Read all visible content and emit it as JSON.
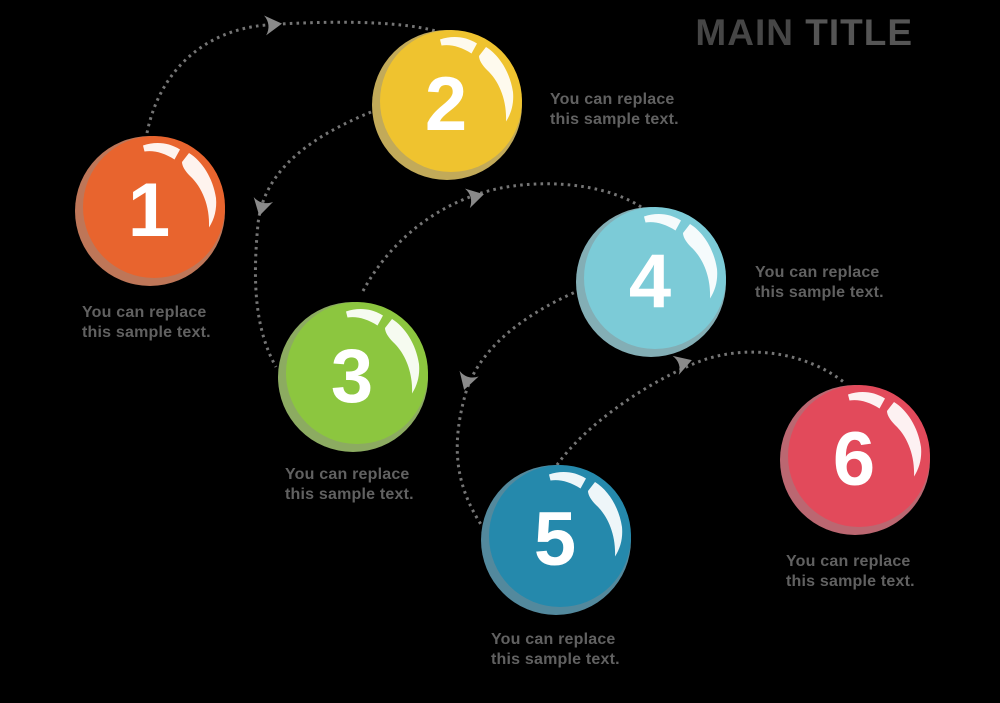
{
  "title": {
    "word1": "MAIN",
    "word2": "TITLE"
  },
  "title_colors": {
    "word1": "#464646",
    "word2": "#555555"
  },
  "background_color": "#000000",
  "caption_color": "#616161",
  "connectors": {
    "style": "dotted-arc-with-arrowhead",
    "dot_color": "#757575",
    "arrow_color": "#8A8A8A",
    "links": [
      "1-2",
      "2-3",
      "3-4",
      "4-5",
      "5-6"
    ]
  },
  "steps": [
    {
      "number": "1",
      "caption_line1": "You can replace",
      "caption_line2": "this sample text.",
      "color_main": "#E8642E",
      "color_rim": "#BE7658"
    },
    {
      "number": "2",
      "caption_line1": "You can replace",
      "caption_line2": "this sample text.",
      "color_main": "#EFC32F",
      "color_rim": "#C2AA59"
    },
    {
      "number": "3",
      "caption_line1": "You can replace",
      "caption_line2": "this sample text.",
      "color_main": "#8CC63F",
      "color_rim": "#8CAB61"
    },
    {
      "number": "4",
      "caption_line1": "You can replace",
      "caption_line2": "this sample text.",
      "color_main": "#7CCBD7",
      "color_rim": "#83AEB5"
    },
    {
      "number": "5",
      "caption_line1": "You can replace",
      "caption_line2": "this sample text.",
      "color_main": "#2589AC",
      "color_rim": "#53899D"
    },
    {
      "number": "6",
      "caption_line1": "You can replace",
      "caption_line2": "this sample text.",
      "color_main": "#E24A5B",
      "color_rim": "#BB6771"
    }
  ]
}
